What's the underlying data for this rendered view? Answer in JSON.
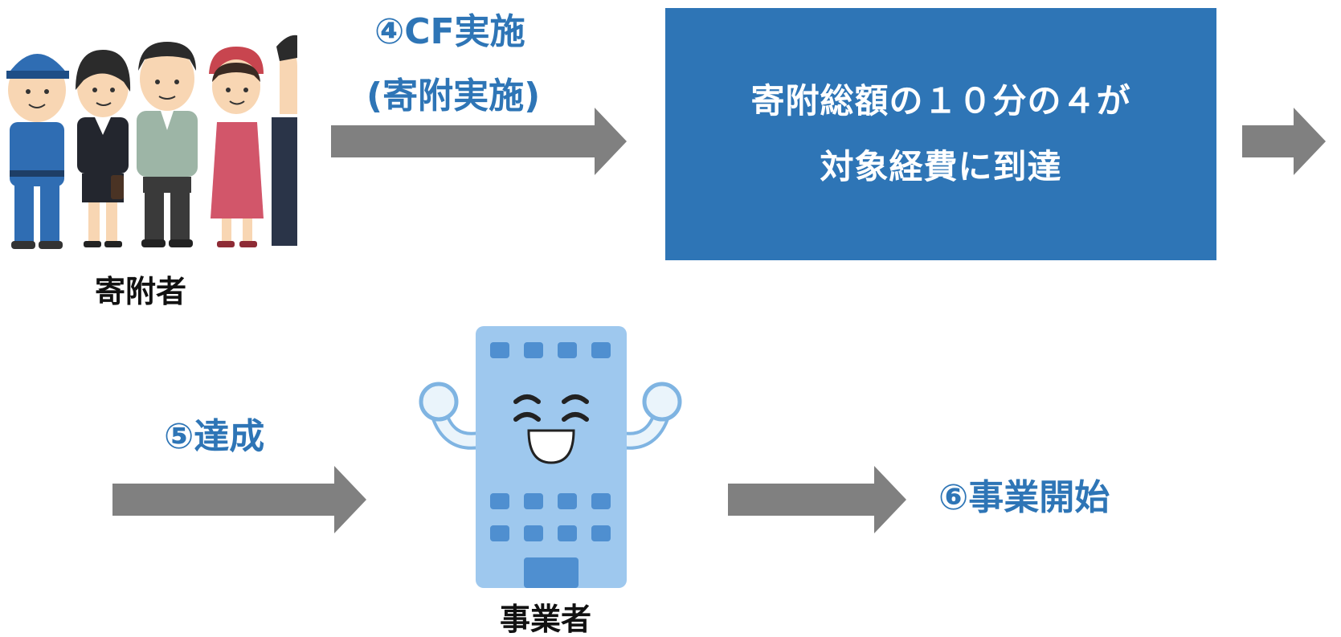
{
  "step4": {
    "line1": "④CF実施",
    "line2": "(寄附実施)"
  },
  "box": {
    "line1": "寄附総額の１０分の４が",
    "line2": "対象経費に到達"
  },
  "donors_label": "寄附者",
  "step5": "⑤達成",
  "business_label": "事業者",
  "step6": "⑥事業開始",
  "colors": {
    "accent": "#2E75B6",
    "arrow": "#808080"
  },
  "icons": [
    "donors-illustration",
    "building-mascot-illustration",
    "arrow-right-icon"
  ]
}
